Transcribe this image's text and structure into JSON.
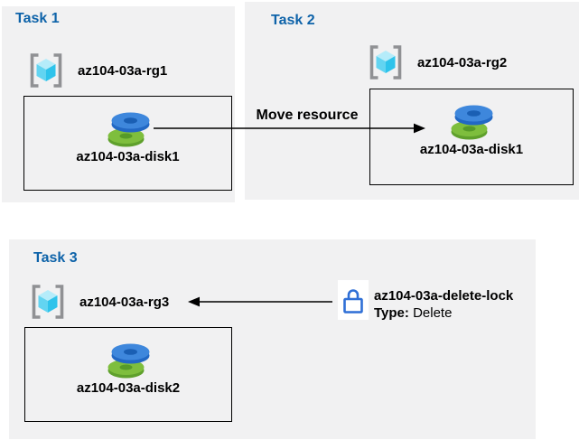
{
  "diagram": {
    "tasks": [
      {
        "title": "Task 1",
        "resource_group": "az104-03a-rg1",
        "resource": "az104-03a-disk1"
      },
      {
        "title": "Task 2",
        "resource_group": "az104-03a-rg2",
        "resource": "az104-03a-disk1"
      },
      {
        "title": "Task 3",
        "resource_group": "az104-03a-rg3",
        "resource": "az104-03a-disk2"
      }
    ],
    "move_arrow_label": "Move resource",
    "lock": {
      "name": "az104-03a-delete-lock",
      "type_label": "Type:",
      "type_value": " Delete"
    },
    "colors": {
      "panel_bg": "#f1f1f2",
      "task_title_blue": "#0e63a9",
      "text": "#000000",
      "arrow": "#000000",
      "disk_blue_top": "#3e87dc",
      "disk_blue_rim": "#2268c4",
      "disk_blue_hole": "#1a5fb4",
      "disk_green_top": "#7ebe3d",
      "disk_green_rim": "#5fa02c",
      "disk_green_hole": "#569a28",
      "rg_cube_top": "#b5ecfa",
      "rg_cube_left": "#62d4f1",
      "rg_cube_right": "#2ec3eb",
      "rg_bracket_gray": "#909194",
      "lock_blue": "#2f6fd6"
    }
  }
}
